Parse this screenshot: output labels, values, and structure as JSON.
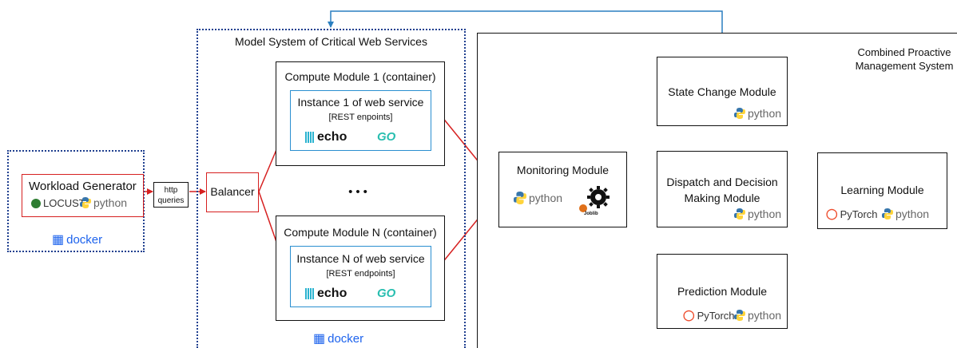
{
  "workload": {
    "title": "Workload Generator",
    "locust": "LOCUST",
    "python": "python",
    "docker": "docker"
  },
  "http_box": {
    "line1": "http",
    "line2": "queries"
  },
  "balancer": {
    "label": "Balancer"
  },
  "model_system": {
    "title": "Model System of Critical Web Services",
    "docker": "docker",
    "ellipsis": "•••",
    "modules": [
      {
        "title": "Compute Module 1 (container)",
        "instance_title": "Instance 1 of web service",
        "instance_sub": "[REST enpoints]",
        "echo": "echo",
        "go": "GO"
      },
      {
        "title": "Compute Module N (container)",
        "instance_title": "Instance N of web service",
        "instance_sub": "[REST endpoints]",
        "echo": "echo",
        "go": "GO"
      }
    ]
  },
  "management": {
    "title_line1": "Combined Proactive",
    "title_line2": "Management System",
    "monitoring": {
      "title": "Monitoring Module",
      "python": "python",
      "joblib": "Joblib"
    },
    "state_change": {
      "title": "State Change Module",
      "python": "python"
    },
    "dispatch": {
      "line1": "Dispatch and Decision",
      "line2": "Making Module",
      "python": "python"
    },
    "learning": {
      "title": "Learning Module",
      "pytorch": "PyTorch",
      "python": "python"
    },
    "prediction": {
      "title": "Prediction Module",
      "pytorch": "PyTorch",
      "python": "python"
    }
  },
  "colors": {
    "red_arrow": "#d62020",
    "blue_arrow": "#2a7fc0",
    "dotted_border": "#1f3f8f",
    "instance_border": "#2a8fd0",
    "docker_blue": "#1d63ed"
  }
}
